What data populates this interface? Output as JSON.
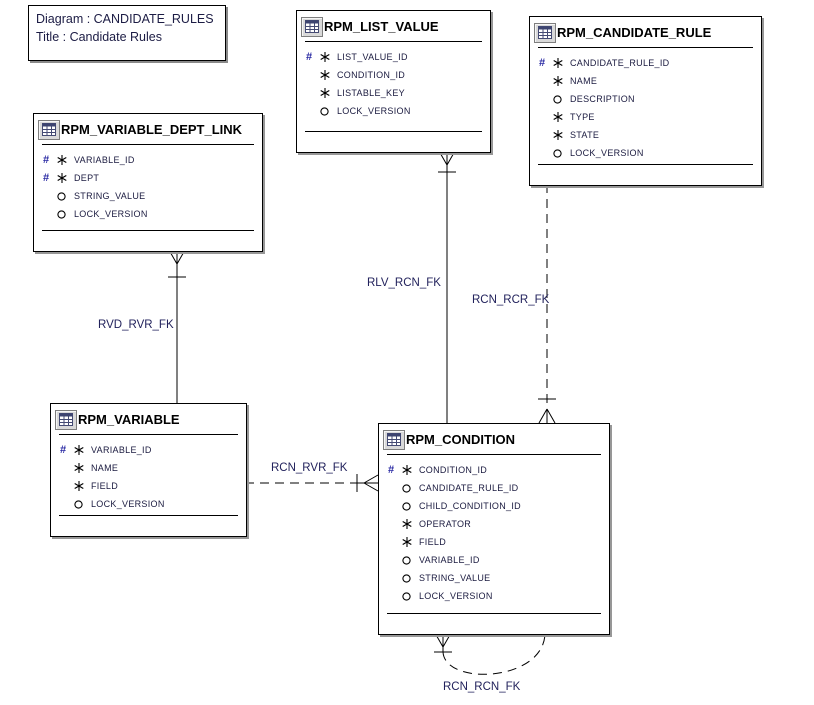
{
  "diagram": {
    "header_line1": "Diagram : CANDIDATE_RULES",
    "header_line2": "Title : Candidate Rules"
  },
  "glyphs": {
    "primary_key": "#"
  },
  "colors": {
    "primary_key_hash": "#2929a3",
    "field_text": "#1a1a3f",
    "entity_title": "#000000",
    "relationship_label": "#22225c",
    "line": "#000000"
  },
  "entities": [
    {
      "name": "RPM_LIST_VALUE",
      "fields": [
        {
          "label": "LIST_VALUE_ID",
          "primary_key": true,
          "mandatory": true
        },
        {
          "label": "CONDITION_ID",
          "primary_key": false,
          "mandatory": true
        },
        {
          "label": "LISTABLE_KEY",
          "primary_key": false,
          "mandatory": true
        },
        {
          "label": "LOCK_VERSION",
          "primary_key": false,
          "mandatory": false
        }
      ]
    },
    {
      "name": "RPM_CANDIDATE_RULE",
      "fields": [
        {
          "label": "CANDIDATE_RULE_ID",
          "primary_key": true,
          "mandatory": true
        },
        {
          "label": "NAME",
          "primary_key": false,
          "mandatory": true
        },
        {
          "label": "DESCRIPTION",
          "primary_key": false,
          "mandatory": false
        },
        {
          "label": "TYPE",
          "primary_key": false,
          "mandatory": true
        },
        {
          "label": "STATE",
          "primary_key": false,
          "mandatory": true
        },
        {
          "label": "LOCK_VERSION",
          "primary_key": false,
          "mandatory": false
        }
      ]
    },
    {
      "name": "RPM_VARIABLE_DEPT_LINK",
      "fields": [
        {
          "label": "VARIABLE_ID",
          "primary_key": true,
          "mandatory": true
        },
        {
          "label": "DEPT",
          "primary_key": true,
          "mandatory": true
        },
        {
          "label": "STRING_VALUE",
          "primary_key": false,
          "mandatory": false
        },
        {
          "label": "LOCK_VERSION",
          "primary_key": false,
          "mandatory": false
        }
      ]
    },
    {
      "name": "RPM_VARIABLE",
      "fields": [
        {
          "label": "VARIABLE_ID",
          "primary_key": true,
          "mandatory": true
        },
        {
          "label": "NAME",
          "primary_key": false,
          "mandatory": true
        },
        {
          "label": "FIELD",
          "primary_key": false,
          "mandatory": true
        },
        {
          "label": "LOCK_VERSION",
          "primary_key": false,
          "mandatory": false
        }
      ]
    },
    {
      "name": "RPM_CONDITION",
      "fields": [
        {
          "label": "CONDITION_ID",
          "primary_key": true,
          "mandatory": true
        },
        {
          "label": "CANDIDATE_RULE_ID",
          "primary_key": false,
          "mandatory": false
        },
        {
          "label": "CHILD_CONDITION_ID",
          "primary_key": false,
          "mandatory": false
        },
        {
          "label": "OPERATOR",
          "primary_key": false,
          "mandatory": true
        },
        {
          "label": "FIELD",
          "primary_key": false,
          "mandatory": true
        },
        {
          "label": "VARIABLE_ID",
          "primary_key": false,
          "mandatory": false
        },
        {
          "label": "STRING_VALUE",
          "primary_key": false,
          "mandatory": false
        },
        {
          "label": "LOCK_VERSION",
          "primary_key": false,
          "mandatory": false
        }
      ]
    }
  ],
  "relationships": [
    {
      "label": "RVD_RVR_FK",
      "line_style": "solid",
      "many_end": "RPM_VARIABLE_DEPT_LINK",
      "one_end": "RPM_VARIABLE"
    },
    {
      "label": "RLV_RCN_FK",
      "line_style": "solid",
      "many_end": "RPM_LIST_VALUE",
      "one_end": "RPM_CONDITION"
    },
    {
      "label": "RCN_RCR_FK",
      "line_style": "dashed",
      "many_end": "RPM_CONDITION",
      "one_end": "RPM_CANDIDATE_RULE"
    },
    {
      "label": "RCN_RVR_FK",
      "line_style": "dashed",
      "many_end": "RPM_CONDITION",
      "one_end": "RPM_VARIABLE"
    },
    {
      "label": "RCN_RCN_FK",
      "line_style": "dashed",
      "many_end": "RPM_CONDITION",
      "one_end": "RPM_CONDITION"
    }
  ]
}
